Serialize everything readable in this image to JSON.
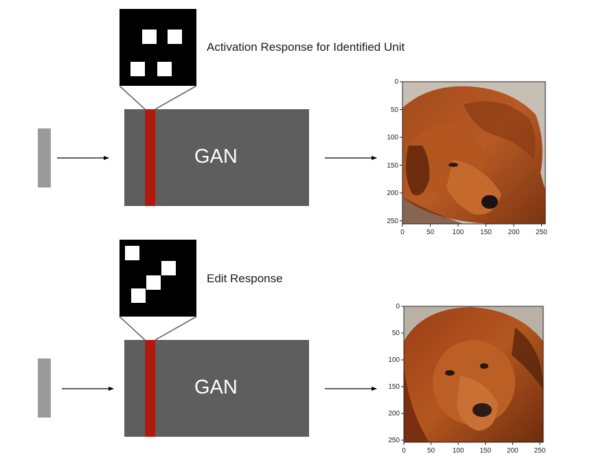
{
  "panels": [
    {
      "gan_label": "GAN",
      "caption": "Activation Response for Identified Unit",
      "plot": {
        "x_ticks": [
          "0",
          "50",
          "100",
          "150",
          "200",
          "250"
        ],
        "y_ticks": [
          "0",
          "50",
          "100",
          "150",
          "200",
          "250"
        ]
      }
    },
    {
      "gan_label": "GAN",
      "caption": "Edit Response",
      "plot": {
        "x_ticks": [
          "0",
          "50",
          "100",
          "150",
          "200",
          "250"
        ],
        "y_ticks": [
          "0",
          "50",
          "100",
          "150",
          "200",
          "250"
        ]
      }
    }
  ],
  "colors": {
    "gan_block": "#5e5e5e",
    "unit_highlight": "#b01a0e",
    "latent_bar": "#9a9a9a"
  }
}
